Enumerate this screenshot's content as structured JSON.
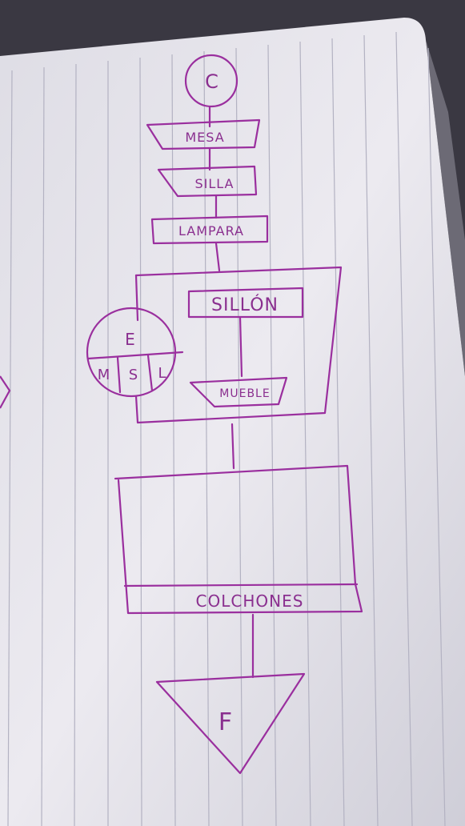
{
  "labels": {
    "start": "C",
    "mesa": "MESA",
    "silla": "SILLA",
    "lampara": "LAMPARA",
    "sillon": "SILLÓN",
    "mueble": "MUEBLE",
    "colchones": "COLCHONES",
    "end": "F",
    "circle_top": "E",
    "circle_m": "M",
    "circle_s": "S",
    "circle_l": "L"
  },
  "colors": {
    "ink": "#9a2f9e",
    "paper": "#e7e6ec",
    "rule": "#b9b8c6",
    "shadow": "#2b2a33"
  }
}
